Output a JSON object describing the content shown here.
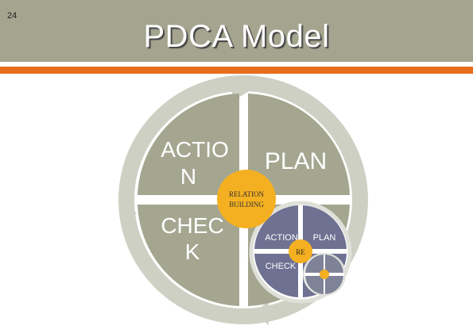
{
  "slide": {
    "page_number": "24",
    "title": "PDCA Model"
  },
  "diagram": {
    "quadrants": {
      "action": [
        "ACTIO",
        "N"
      ],
      "plan": [
        "PLAN"
      ],
      "check": [
        "CHEC",
        "K"
      ]
    },
    "center": [
      "RELATION",
      "BUILDING"
    ],
    "mini": {
      "action": "ACTION",
      "plan": "PLAN",
      "check": "CHECK",
      "center": "RE"
    }
  },
  "colors": {
    "header": "#a4a48f",
    "accent": "#e86e1e",
    "ring": "#cfd0c4",
    "quadrant": "#a5a690",
    "center": "#f4b020",
    "mini_quadrant": "#6e7192"
  }
}
